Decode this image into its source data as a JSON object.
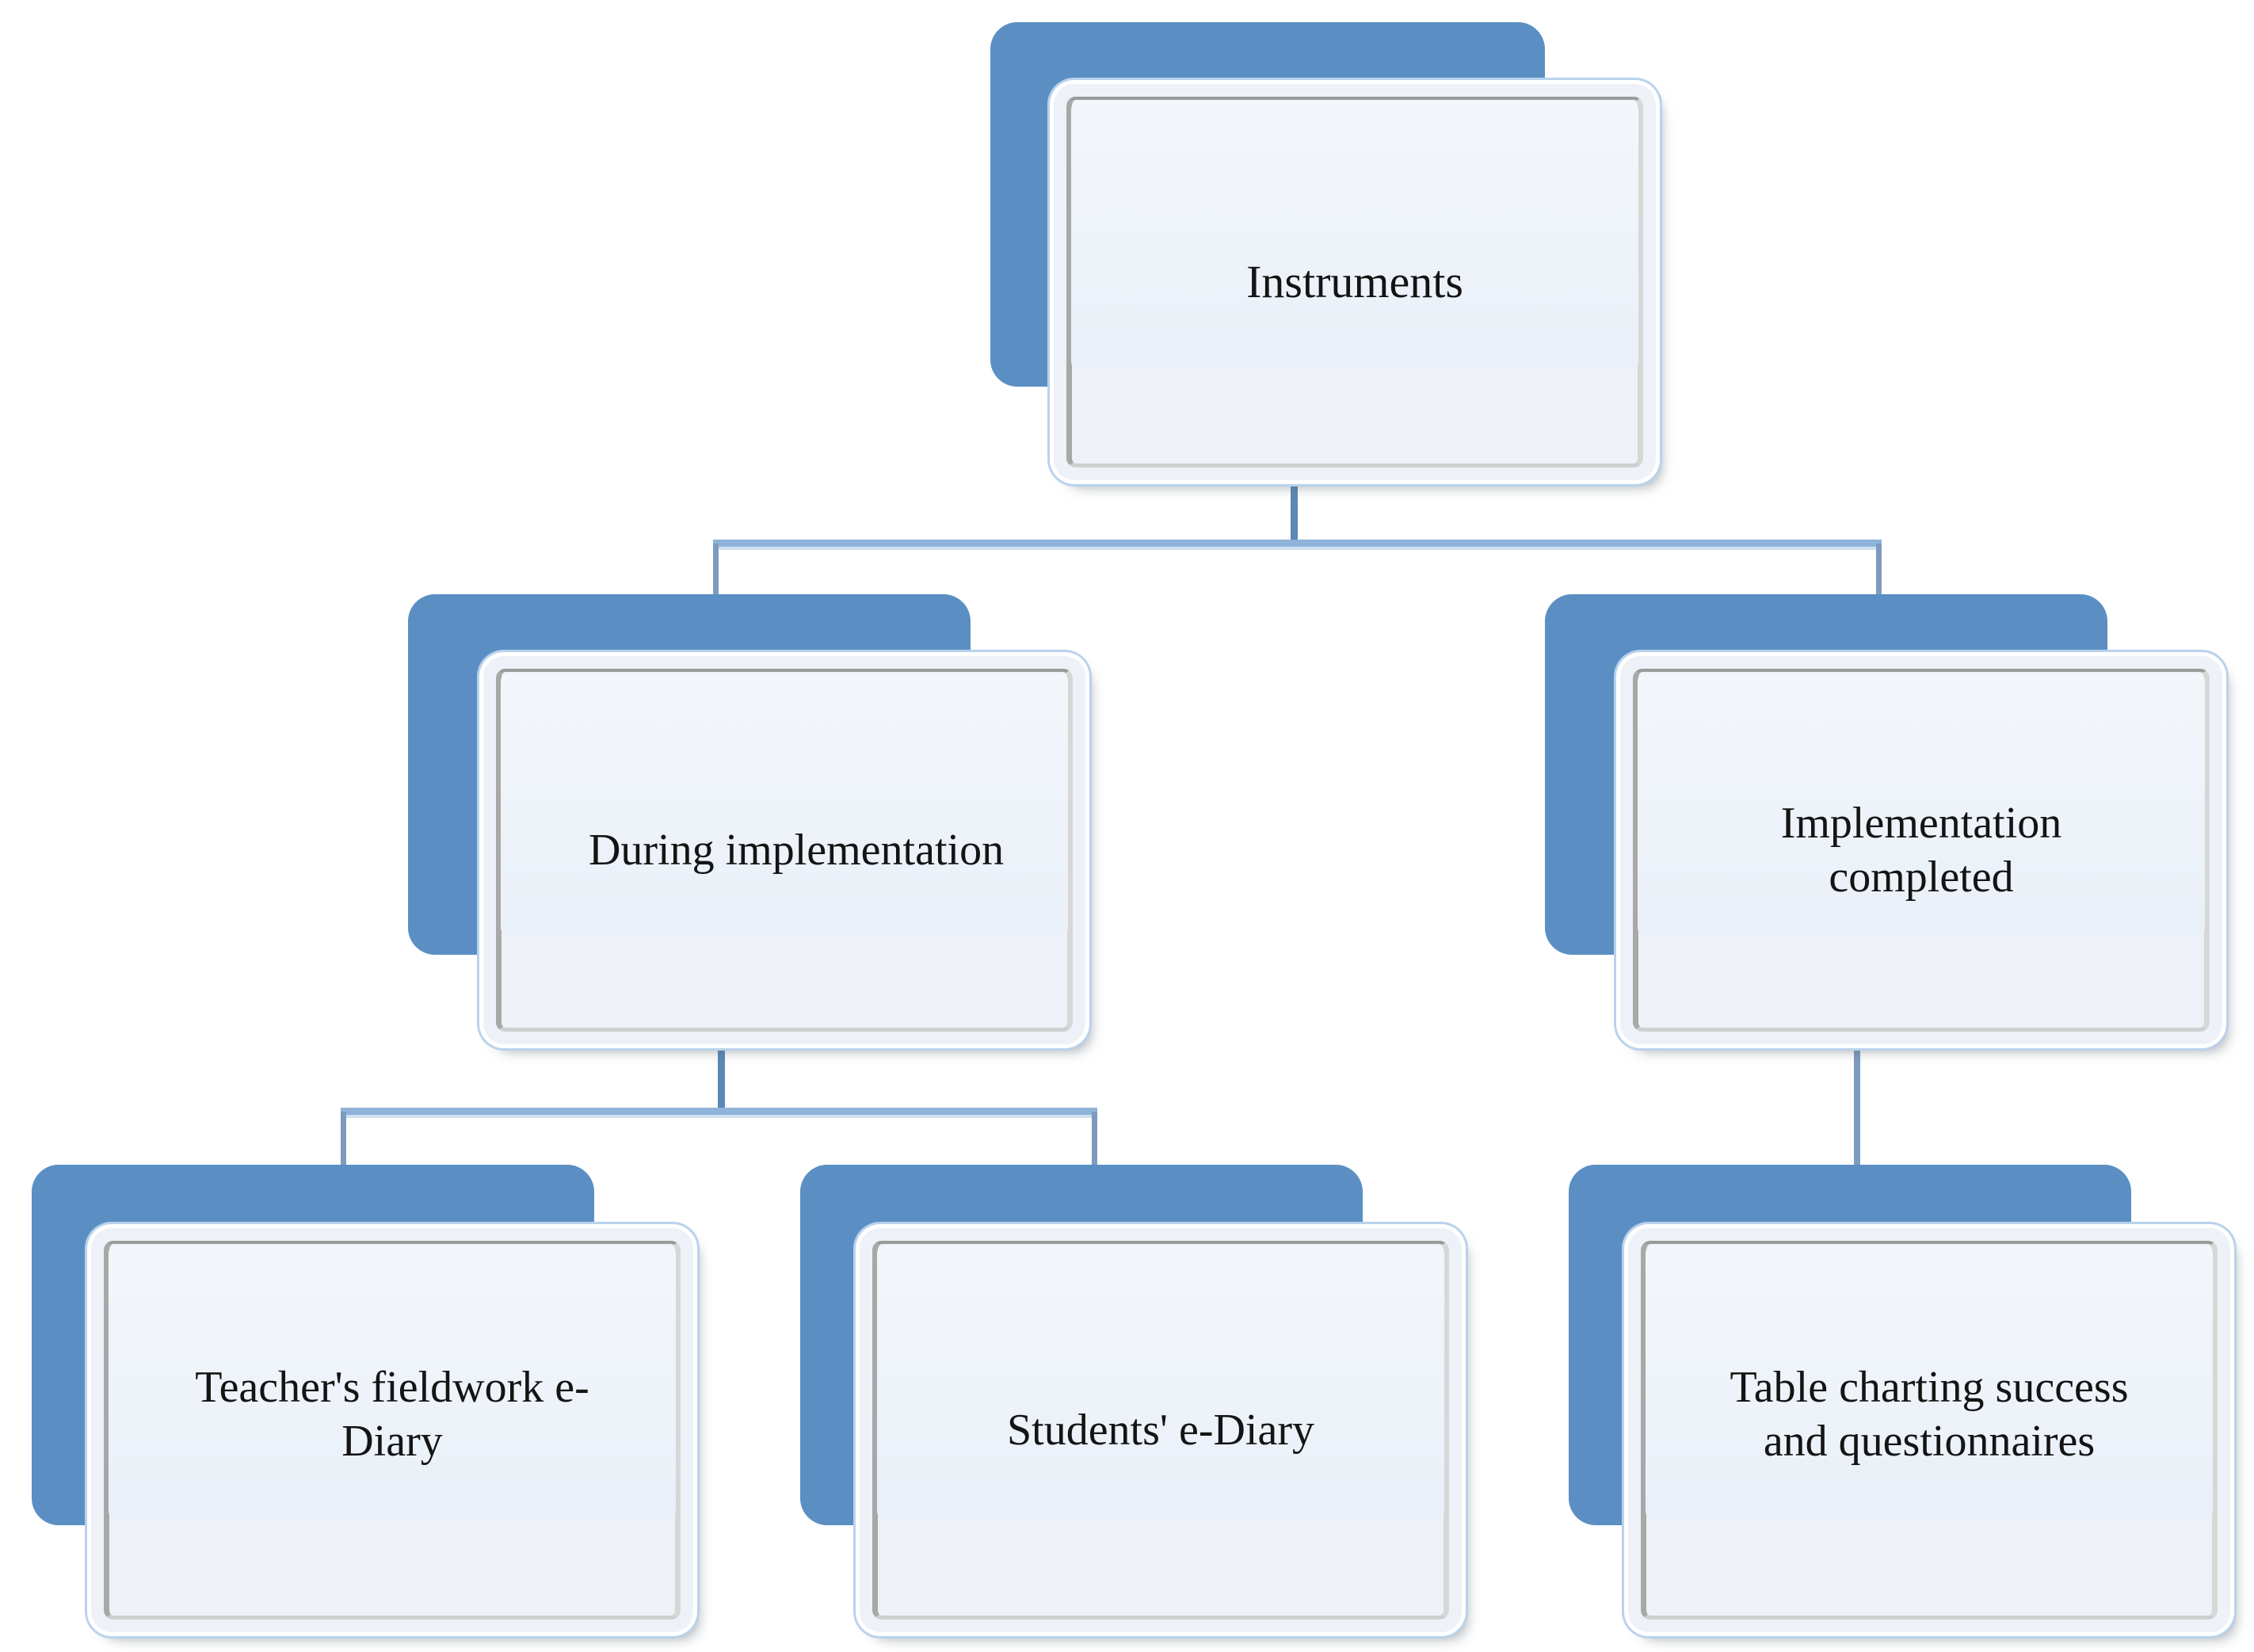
{
  "diagram": {
    "title": "Instruments",
    "type": "hierarchy-tree",
    "colors": {
      "shadow_block": "#5b8fc4",
      "card_fill": "#eef2f8",
      "card_outer_ring": "#b9d2ec",
      "connector_stem": "#5b88b5",
      "connector_bar": "#8fb3d9",
      "connector_bar_highlight": "#cfe0f2",
      "text": "#141414",
      "background": "#ffffff"
    },
    "levels": [
      {
        "level": 1,
        "nodes": [
          {
            "id": "instruments",
            "label": "Instruments"
          }
        ]
      },
      {
        "level": 2,
        "nodes": [
          {
            "id": "during",
            "label": "During implementation",
            "parent": "instruments"
          },
          {
            "id": "completed",
            "label": "Implementation\ncompleted",
            "parent": "instruments"
          }
        ]
      },
      {
        "level": 3,
        "nodes": [
          {
            "id": "teacher",
            "label": "Teacher's fieldwork  e-\nDiary",
            "parent": "during"
          },
          {
            "id": "students",
            "label": "Students' e-Diary",
            "parent": "during"
          },
          {
            "id": "table",
            "label": "Table charting success\nand questionnaires",
            "parent": "completed"
          }
        ]
      }
    ],
    "nodes": {
      "instruments": {
        "label": "Instruments"
      },
      "during": {
        "label": "During implementation"
      },
      "completed": {
        "label": "Implementation\ncompleted"
      },
      "teacher": {
        "label": "Teacher's fieldwork  e-\nDiary"
      },
      "students": {
        "label": "Students' e-Diary"
      },
      "table": {
        "label": "Table charting success\nand questionnaires"
      }
    },
    "edges": [
      {
        "from": "instruments",
        "to": "during"
      },
      {
        "from": "instruments",
        "to": "completed"
      },
      {
        "from": "during",
        "to": "teacher"
      },
      {
        "from": "during",
        "to": "students"
      },
      {
        "from": "completed",
        "to": "table"
      }
    ]
  }
}
